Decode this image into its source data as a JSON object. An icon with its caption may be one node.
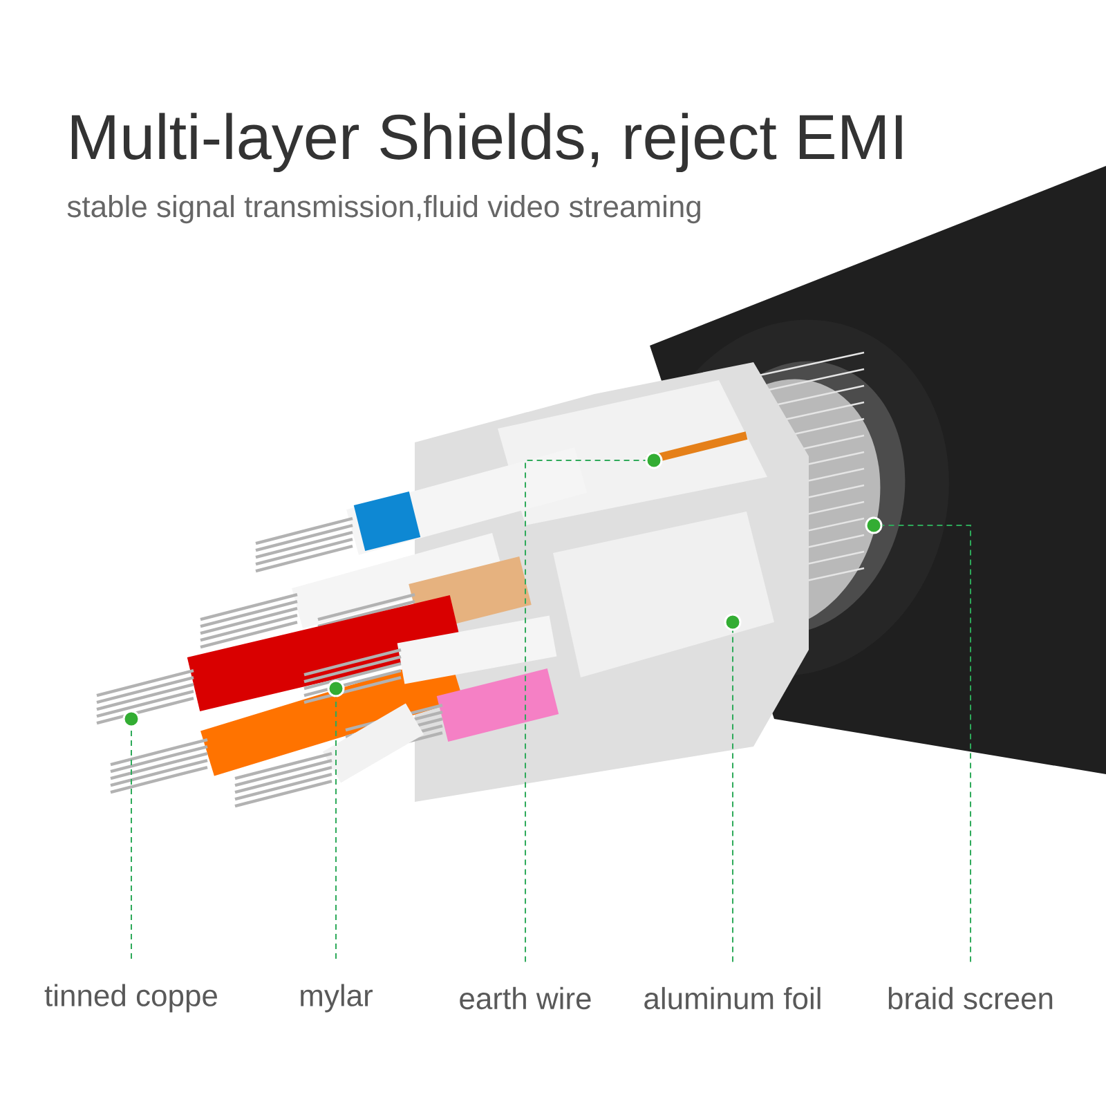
{
  "diagram": {
    "title": "Multi-layer Shields, reject EMI",
    "caption": "stable signal transmission,fluid video streaming",
    "nodes": [
      {
        "text": [
          "tinned coppe"
        ]
      },
      {
        "text": [
          "mylar"
        ]
      },
      {
        "text": [
          "earth wire"
        ]
      },
      {
        "text": [
          "aluminum foil"
        ]
      },
      {
        "text": [
          "braid screen"
        ]
      },
      {
        "text": [],
        "shape": "circle"
      },
      {
        "text": [],
        "shape": "circle"
      },
      {
        "text": [],
        "shape": "circle"
      },
      {
        "text": [],
        "shape": "circle"
      },
      {
        "text": [],
        "shape": "circle"
      }
    ],
    "edges": [
      {
        "from": 0,
        "to": 5,
        "arrow": "none",
        "style": "dashed",
        "color": "#2eaa5a"
      },
      {
        "from": 1,
        "to": 6,
        "arrow": "none",
        "style": "dashed",
        "color": "#2eaa5a"
      },
      {
        "from": 2,
        "to": 7,
        "arrow": "none",
        "style": "dashed",
        "color": "#2eaa5a"
      },
      {
        "from": 3,
        "to": 8,
        "arrow": "none",
        "style": "dashed",
        "color": "#2eaa5a"
      },
      {
        "from": 4,
        "to": 9,
        "arrow": "none",
        "style": "dashed",
        "color": "#2eaa5a"
      }
    ]
  }
}
